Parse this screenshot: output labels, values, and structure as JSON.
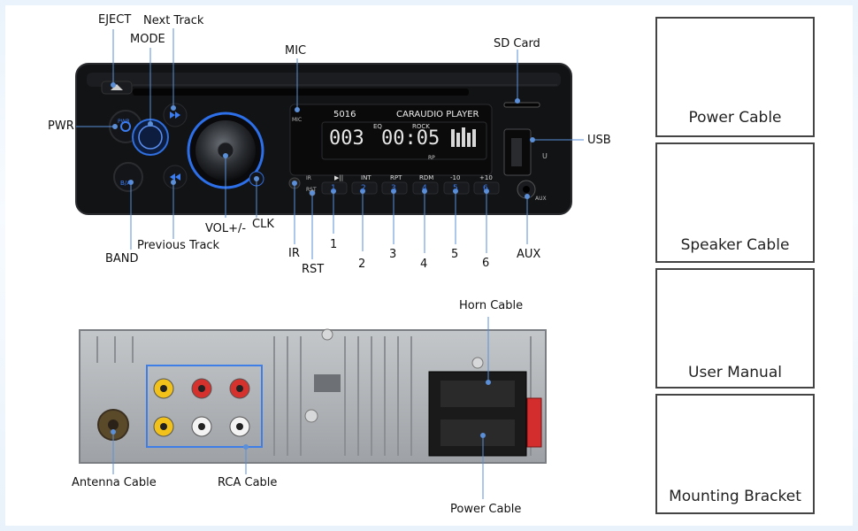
{
  "front_panel": {
    "model": "5016",
    "brand_text": "CARAUDIO PLAYER",
    "lcd_left": "003",
    "lcd_right": "00:05",
    "lcd_eq": "EQ",
    "lcd_mode": "ROCK",
    "lcd_rp": "RP",
    "mic_text": "MIC",
    "ir_text": "IR",
    "rst_text": "RST",
    "aux_text": "AUX",
    "usb_text": "U",
    "pwr_text": "PWR",
    "ba_text": "B/A",
    "function_keys": [
      "▶||",
      "INT",
      "RPT",
      "RDM",
      "-10",
      "+10"
    ],
    "preset_keys": [
      "1",
      "2",
      "3",
      "4",
      "5",
      "6"
    ]
  },
  "callouts": {
    "eject": "EJECT",
    "next_track": "Next Track",
    "mode": "MODE",
    "mic": "MIC",
    "sd_card": "SD Card",
    "pwr": "PWR",
    "usb": "USB",
    "vol": "VOL+/-",
    "clk": "CLK",
    "ir": "IR",
    "rst": "RST",
    "band": "BAND",
    "previous_track": "Previous Track",
    "preset_1": "1",
    "preset_2": "2",
    "preset_3": "3",
    "preset_4": "4",
    "preset_5": "5",
    "preset_6": "6",
    "aux": "AUX",
    "horn_cable": "Horn Cable",
    "antenna_cable": "Antenna Cable",
    "rca_cable": "RCA Cable",
    "power_cable_rear": "Power Cable"
  },
  "accessories": [
    {
      "name": "Power Cable"
    },
    {
      "name": "Speaker Cable"
    },
    {
      "name": "User Manual"
    },
    {
      "name": "Mounting Bracket"
    }
  ],
  "colors": {
    "accent_blue": "#2f6fe0",
    "callout_line": "#5b8fd8",
    "panel_black": "#111111",
    "lcd_bg": "#0b0b0b",
    "chassis_gray": "#a9adb1"
  }
}
